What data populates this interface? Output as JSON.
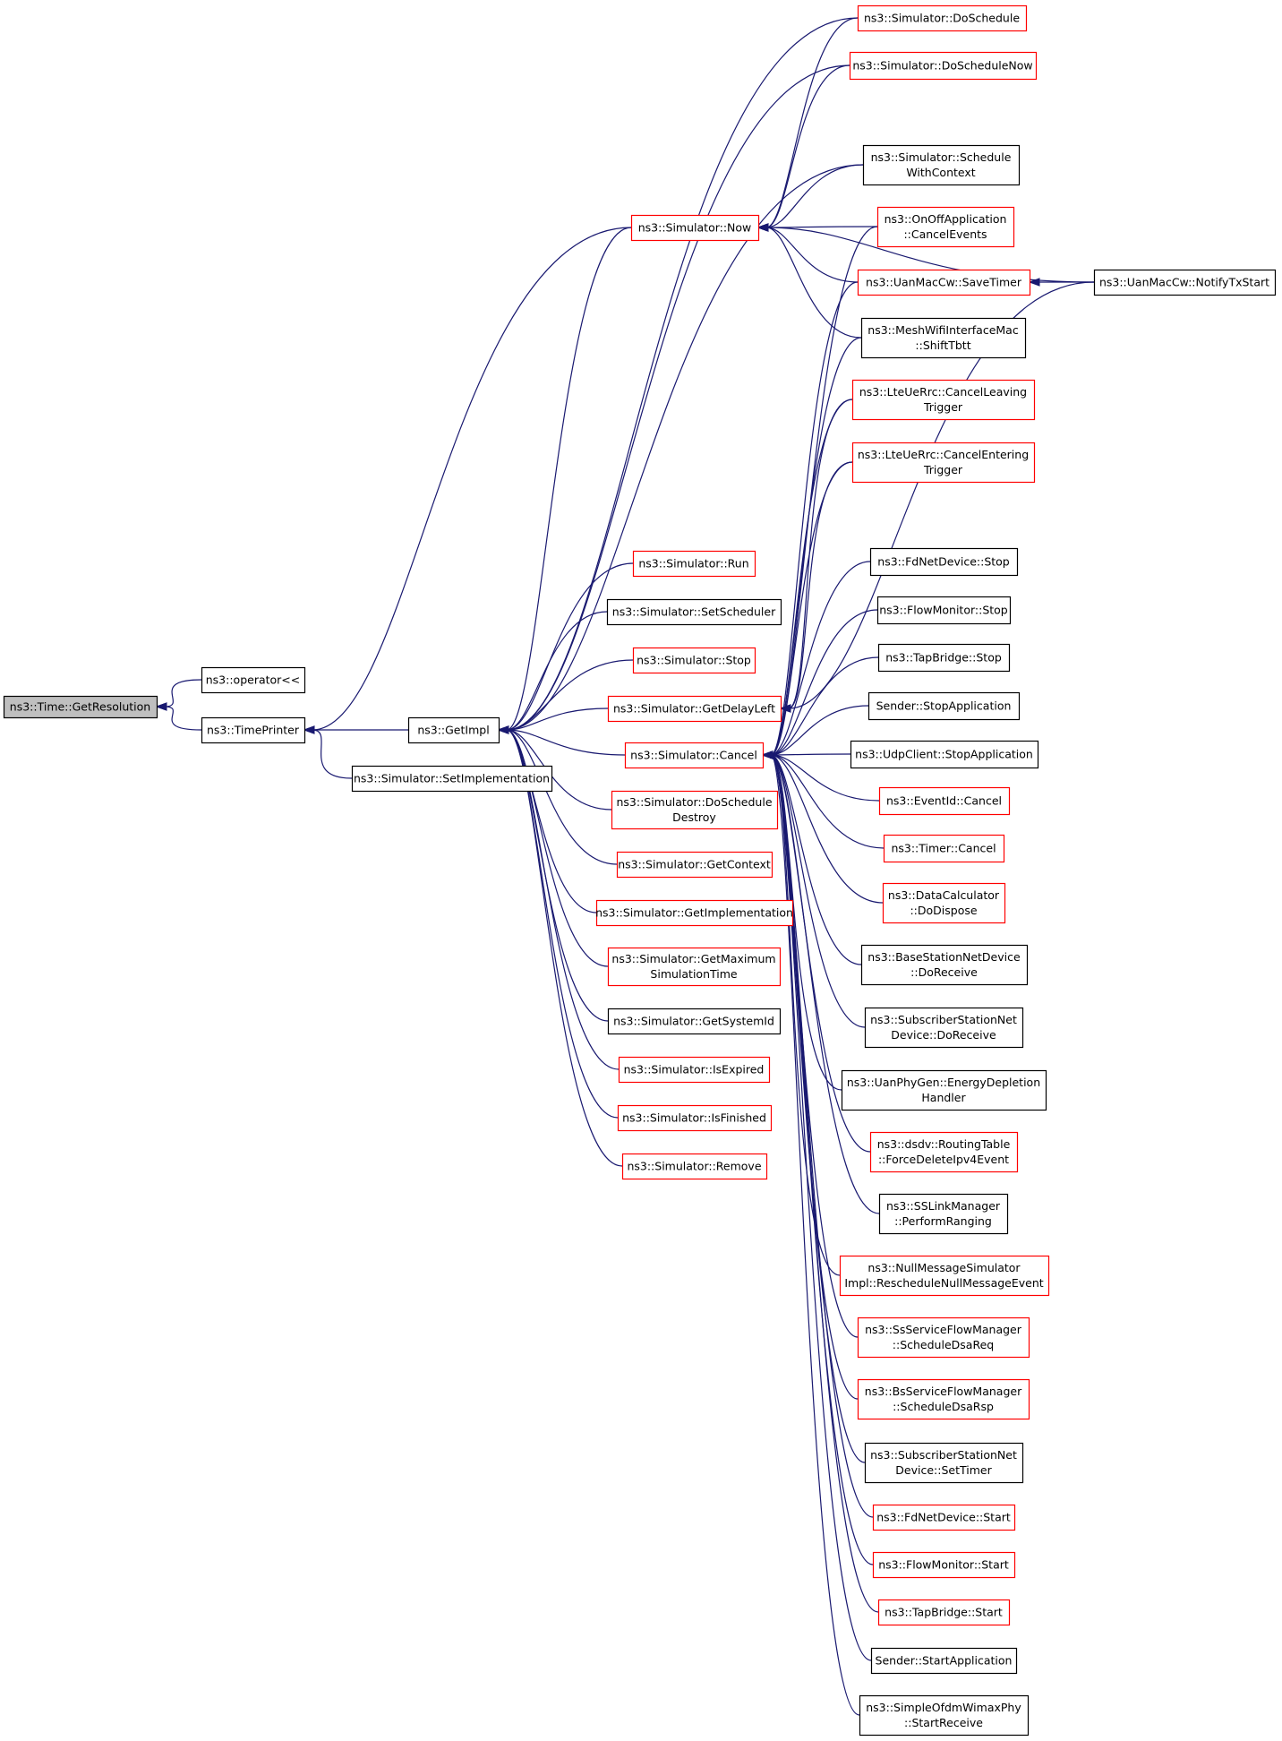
{
  "diagram": {
    "colors": {
      "edge": "#191970",
      "focus_fill": "#bfbfbf",
      "border_documented": "#000000",
      "border_truncated": "#ff0000",
      "node_fill": "#ffffff"
    },
    "nodes": [
      {
        "id": "getresolution",
        "lines": [
          "ns3::Time::GetResolution"
        ],
        "border": "black",
        "focus": true
      },
      {
        "id": "operator",
        "lines": [
          "ns3::operator<<"
        ],
        "border": "black"
      },
      {
        "id": "timeprinter",
        "lines": [
          "ns3::TimePrinter"
        ],
        "border": "black"
      },
      {
        "id": "setimpl",
        "lines": [
          "ns3::Simulator::SetImplementation"
        ],
        "border": "black"
      },
      {
        "id": "getimpl",
        "lines": [
          "ns3::GetImpl"
        ],
        "border": "black"
      },
      {
        "id": "now",
        "lines": [
          "ns3::Simulator::Now"
        ],
        "border": "red"
      },
      {
        "id": "run",
        "lines": [
          "ns3::Simulator::Run"
        ],
        "border": "red"
      },
      {
        "id": "setscheduler",
        "lines": [
          "ns3::Simulator::SetScheduler"
        ],
        "border": "black"
      },
      {
        "id": "stop",
        "lines": [
          "ns3::Simulator::Stop"
        ],
        "border": "red"
      },
      {
        "id": "getdelayleft",
        "lines": [
          "ns3::Simulator::GetDelayLeft"
        ],
        "border": "red"
      },
      {
        "id": "cancel",
        "lines": [
          "ns3::Simulator::Cancel"
        ],
        "border": "red"
      },
      {
        "id": "doscheduledestroy",
        "lines": [
          "ns3::Simulator::DoSchedule",
          "Destroy"
        ],
        "border": "red"
      },
      {
        "id": "getcontext",
        "lines": [
          "ns3::Simulator::GetContext"
        ],
        "border": "red"
      },
      {
        "id": "getimplementation",
        "lines": [
          "ns3::Simulator::GetImplementation"
        ],
        "border": "red"
      },
      {
        "id": "getmaxsim",
        "lines": [
          "ns3::Simulator::GetMaximum",
          "SimulationTime"
        ],
        "border": "red"
      },
      {
        "id": "getsystemid",
        "lines": [
          "ns3::Simulator::GetSystemId"
        ],
        "border": "black"
      },
      {
        "id": "isexpired",
        "lines": [
          "ns3::Simulator::IsExpired"
        ],
        "border": "red"
      },
      {
        "id": "isfinished",
        "lines": [
          "ns3::Simulator::IsFinished"
        ],
        "border": "red"
      },
      {
        "id": "remove",
        "lines": [
          "ns3::Simulator::Remove"
        ],
        "border": "red"
      },
      {
        "id": "doschedule",
        "lines": [
          "ns3::Simulator::DoSchedule"
        ],
        "border": "red"
      },
      {
        "id": "doschedulenow",
        "lines": [
          "ns3::Simulator::DoScheduleNow"
        ],
        "border": "red"
      },
      {
        "id": "schedwithctx",
        "lines": [
          "ns3::Simulator::Schedule",
          "WithContext"
        ],
        "border": "black"
      },
      {
        "id": "onoffcancel",
        "lines": [
          "ns3::OnOffApplication",
          "::CancelEvents"
        ],
        "border": "red"
      },
      {
        "id": "savetimer",
        "lines": [
          "ns3::UanMacCw::SaveTimer"
        ],
        "border": "red"
      },
      {
        "id": "notifytxstart",
        "lines": [
          "ns3::UanMacCw::NotifyTxStart"
        ],
        "border": "black"
      },
      {
        "id": "shifttbtt",
        "lines": [
          "ns3::MeshWifiInterfaceMac",
          "::ShiftTbtt"
        ],
        "border": "black"
      },
      {
        "id": "canceleaving",
        "lines": [
          "ns3::LteUeRrc::CancelLeaving",
          "Trigger"
        ],
        "border": "red"
      },
      {
        "id": "cancelentering",
        "lines": [
          "ns3::LteUeRrc::CancelEntering",
          "Trigger"
        ],
        "border": "red"
      },
      {
        "id": "fdstop",
        "lines": [
          "ns3::FdNetDevice::Stop"
        ],
        "border": "black"
      },
      {
        "id": "flowstop",
        "lines": [
          "ns3::FlowMonitor::Stop"
        ],
        "border": "black"
      },
      {
        "id": "tapstop",
        "lines": [
          "ns3::TapBridge::Stop"
        ],
        "border": "black"
      },
      {
        "id": "senderstop",
        "lines": [
          "Sender::StopApplication"
        ],
        "border": "black"
      },
      {
        "id": "udpstop",
        "lines": [
          "ns3::UdpClient::StopApplication"
        ],
        "border": "black"
      },
      {
        "id": "eventcancel",
        "lines": [
          "ns3::EventId::Cancel"
        ],
        "border": "red"
      },
      {
        "id": "timercancel",
        "lines": [
          "ns3::Timer::Cancel"
        ],
        "border": "red"
      },
      {
        "id": "datacalc",
        "lines": [
          "ns3::DataCalculator",
          "::DoDispose"
        ],
        "border": "red"
      },
      {
        "id": "bsreceive",
        "lines": [
          "ns3::BaseStationNetDevice",
          "::DoReceive"
        ],
        "border": "black"
      },
      {
        "id": "ssreceive",
        "lines": [
          "ns3::SubscriberStationNet",
          "Device::DoReceive"
        ],
        "border": "black"
      },
      {
        "id": "uanphy",
        "lines": [
          "ns3::UanPhyGen::EnergyDepletion",
          "Handler"
        ],
        "border": "black"
      },
      {
        "id": "dsdv",
        "lines": [
          "ns3::dsdv::RoutingTable",
          "::ForceDeleteIpv4Event"
        ],
        "border": "red"
      },
      {
        "id": "sslink",
        "lines": [
          "ns3::SSLinkManager",
          "::PerformRanging"
        ],
        "border": "black"
      },
      {
        "id": "nullmsg",
        "lines": [
          "ns3::NullMessageSimulator",
          "Impl::RescheduleNullMessageEvent"
        ],
        "border": "red"
      },
      {
        "id": "ssservice",
        "lines": [
          "ns3::SsServiceFlowManager",
          "::ScheduleDsaReq"
        ],
        "border": "red"
      },
      {
        "id": "bsservice",
        "lines": [
          "ns3::BsServiceFlowManager",
          "::ScheduleDsaRsp"
        ],
        "border": "red"
      },
      {
        "id": "sssettimer",
        "lines": [
          "ns3::SubscriberStationNet",
          "Device::SetTimer"
        ],
        "border": "black"
      },
      {
        "id": "fdstart",
        "lines": [
          "ns3::FdNetDevice::Start"
        ],
        "border": "red"
      },
      {
        "id": "flowstart",
        "lines": [
          "ns3::FlowMonitor::Start"
        ],
        "border": "red"
      },
      {
        "id": "tapstart",
        "lines": [
          "ns3::TapBridge::Start"
        ],
        "border": "red"
      },
      {
        "id": "senderstart",
        "lines": [
          "Sender::StartApplication"
        ],
        "border": "black"
      },
      {
        "id": "ofdmstart",
        "lines": [
          "ns3::SimpleOfdmWimaxPhy",
          "::StartReceive"
        ],
        "border": "black"
      }
    ],
    "edges": [
      [
        "operator",
        "getresolution"
      ],
      [
        "timeprinter",
        "getresolution"
      ],
      [
        "getimpl",
        "timeprinter"
      ],
      [
        "setimpl",
        "timeprinter"
      ],
      [
        "now",
        "timeprinter"
      ],
      [
        "run",
        "getimpl"
      ],
      [
        "setscheduler",
        "getimpl"
      ],
      [
        "stop",
        "getimpl"
      ],
      [
        "getdelayleft",
        "getimpl"
      ],
      [
        "cancel",
        "getimpl"
      ],
      [
        "doscheduledestroy",
        "getimpl"
      ],
      [
        "getcontext",
        "getimpl"
      ],
      [
        "getimplementation",
        "getimpl"
      ],
      [
        "getmaxsim",
        "getimpl"
      ],
      [
        "getsystemid",
        "getimpl"
      ],
      [
        "isexpired",
        "getimpl"
      ],
      [
        "isfinished",
        "getimpl"
      ],
      [
        "remove",
        "getimpl"
      ],
      [
        "doschedule",
        "getimpl"
      ],
      [
        "doschedulenow",
        "getimpl"
      ],
      [
        "now",
        "getimpl"
      ],
      [
        "schedwithctx",
        "getimpl"
      ],
      [
        "doschedule",
        "now"
      ],
      [
        "doschedulenow",
        "now"
      ],
      [
        "schedwithctx",
        "now"
      ],
      [
        "onoffcancel",
        "now"
      ],
      [
        "savetimer",
        "now"
      ],
      [
        "shifttbtt",
        "now"
      ],
      [
        "notifytxstart",
        "now"
      ],
      [
        "notifytxstart",
        "savetimer"
      ],
      [
        "onoffcancel",
        "cancel"
      ],
      [
        "savetimer",
        "cancel"
      ],
      [
        "shifttbtt",
        "cancel"
      ],
      [
        "canceleaving",
        "cancel"
      ],
      [
        "cancelentering",
        "cancel"
      ],
      [
        "fdstop",
        "cancel"
      ],
      [
        "flowstop",
        "cancel"
      ],
      [
        "tapstop",
        "cancel"
      ],
      [
        "senderstop",
        "cancel"
      ],
      [
        "udpstop",
        "cancel"
      ],
      [
        "eventcancel",
        "cancel"
      ],
      [
        "timercancel",
        "cancel"
      ],
      [
        "datacalc",
        "cancel"
      ],
      [
        "bsreceive",
        "cancel"
      ],
      [
        "ssreceive",
        "cancel"
      ],
      [
        "uanphy",
        "cancel"
      ],
      [
        "dsdv",
        "cancel"
      ],
      [
        "sslink",
        "cancel"
      ],
      [
        "nullmsg",
        "cancel"
      ],
      [
        "ssservice",
        "cancel"
      ],
      [
        "bsservice",
        "cancel"
      ],
      [
        "sssettimer",
        "cancel"
      ],
      [
        "fdstart",
        "cancel"
      ],
      [
        "flowstart",
        "cancel"
      ],
      [
        "tapstart",
        "cancel"
      ],
      [
        "senderstart",
        "cancel"
      ],
      [
        "ofdmstart",
        "cancel"
      ],
      [
        "canceleaving",
        "getdelayleft"
      ],
      [
        "cancelentering",
        "getdelayleft"
      ],
      [
        "notifytxstart",
        "getdelayleft"
      ]
    ]
  }
}
